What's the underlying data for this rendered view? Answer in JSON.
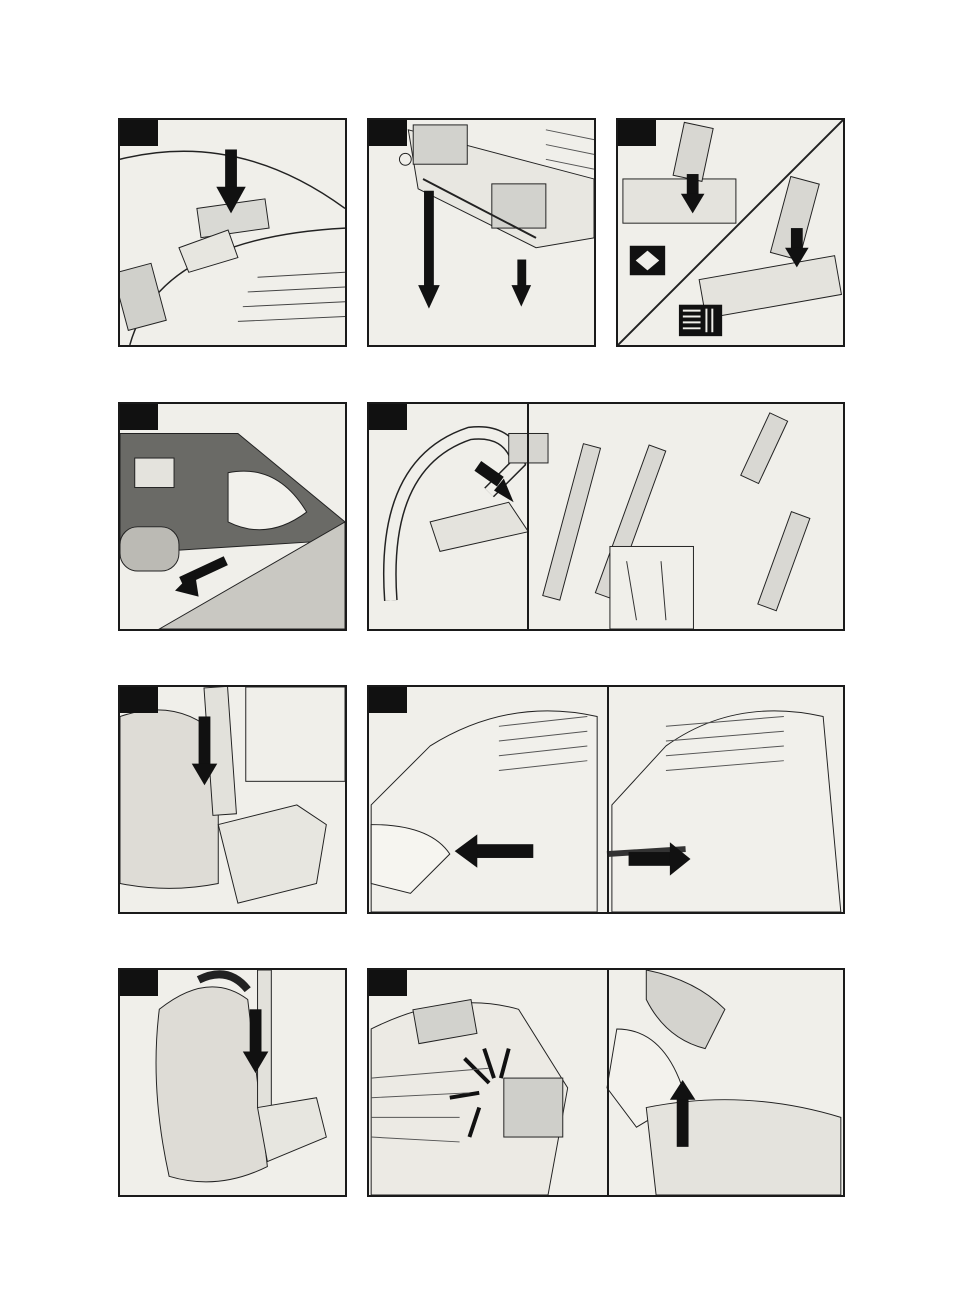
{
  "page": {
    "type": "instruction-illustration-sheet",
    "text_labels": []
  },
  "panels": [
    {
      "id": "r1-a",
      "subject": "bag-change-indicator-press"
    },
    {
      "id": "r1-b",
      "subject": "nozzle-slide-switch"
    },
    {
      "id": "r1-c",
      "subject": "floor-nozzle-carpet-hard-floor-switch"
    },
    {
      "id": "r2-a",
      "subject": "nozzle-on-carpet"
    },
    {
      "id": "r2-b",
      "subject": "hose-and-accessories-attach"
    },
    {
      "id": "r3-a",
      "subject": "parking-position"
    },
    {
      "id": "r3-b",
      "subject": "power-cord-pull-and-rewind"
    },
    {
      "id": "r4-a",
      "subject": "storage-position"
    },
    {
      "id": "r4-b",
      "subject": "filter-indicator-and-lid-open"
    }
  ],
  "colors": {
    "panel_bg": "#f0efea",
    "ink": "#1a1a1a",
    "tab": "#111111"
  }
}
